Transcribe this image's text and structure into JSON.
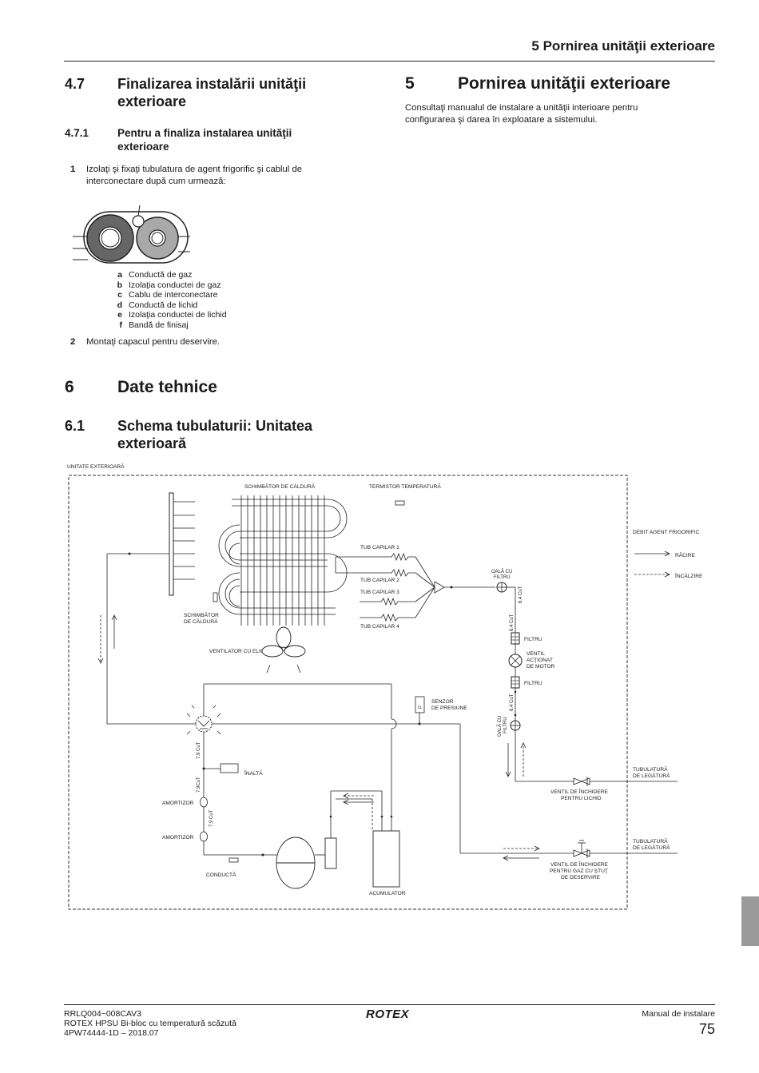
{
  "header": {
    "title": "5 Pornirea unităţii exterioare"
  },
  "sec47": {
    "num": "4.7",
    "title_l1": "Finalizarea instalării unităţii",
    "title_l2": "exterioare"
  },
  "sec471": {
    "num": "4.7.1",
    "title_l1": "Pentru a finaliza instalarea unităţii",
    "title_l2": "exterioare"
  },
  "step1": {
    "num": "1",
    "l1": "Izolaţi  şi  fixaţi  tubulatura  de  agent  frigorific  şi  cablul  de",
    "l2": "interconectare după cum urmează:"
  },
  "legend": [
    {
      "k": "a",
      "v": "Conductă de gaz"
    },
    {
      "k": "b",
      "v": "Izolaţia conductei de gaz"
    },
    {
      "k": "c",
      "v": "Cablu de interconectare"
    },
    {
      "k": "d",
      "v": "Conductă de lichid"
    },
    {
      "k": "e",
      "v": "Izolaţia conductei de lichid"
    },
    {
      "k": "f",
      "v": "Bandă de finisaj"
    }
  ],
  "step2": {
    "num": "2",
    "text": "Montaţi capacul pentru deservire."
  },
  "sec5": {
    "num": "5",
    "title": "Pornirea unităţii exterioare",
    "l1": "Consultaţi   manualul   de   instalare   a   unităţii   interioare   pentru",
    "l2": "configurarea şi darea în exploatare a sistemului."
  },
  "sec6": {
    "num": "6",
    "title": "Date tehnice"
  },
  "sec61": {
    "num": "6.1",
    "title_l1": "Schema tubulaturii: Unitatea",
    "title_l2": "exterioară"
  },
  "diagram": {
    "unit_label": "UNITATE EXTERIOARĂ",
    "heat_exchanger_top": "SCHIMBĂTOR DE CĂLDURĂ",
    "thermistor": "TERMISTOR TEMPERATURĂ",
    "flow_legend_title": "DEBIT AGENT FRIGORIFIC",
    "cooling": "RĂCIRE",
    "heating": "ÎNCĂLZIRE",
    "tub1": "TUB CAPILAR 1",
    "tub2": "TUB CAPILAR 2",
    "tub3": "TUB CAPILAR 3",
    "tub4": "TUB CAPILAR 4",
    "filter_strainer_top_l1": "OALĂ CU",
    "filter_strainer_top_l2": "FILTRU",
    "size64_a": "6.4 CuT",
    "size64_b": "6.4 CuT",
    "size64_c": "6.4 CuT",
    "hx_left_l1": "SCHIMBĂTOR",
    "hx_left_l2": "DE CĂLDURĂ",
    "fan": "VENTILATOR CU ELICE",
    "filter1": "FILTRU",
    "valve_l1": "VENTIL",
    "valve_l2": "ACŢIONAT",
    "valve_l3": "DE MOTOR",
    "filter2": "FILTRU",
    "pressure_l1": "SENZOR",
    "pressure_l2": "DE PRESIUNE",
    "pressure_p": "P",
    "filter_strainer_bot_l1": "OALĂ CU",
    "filter_strainer_bot_l2": "FILTRU",
    "size79_a": "7.9 CuT",
    "size79_b": "7.9CuT",
    "size79_c": "7.9 CuT",
    "high": "ÎNALTĂ",
    "damper1": "AMORTIZOR",
    "damper2": "AMORTIZOR",
    "pipe": "CONDUCTĂ",
    "accumulator": "ACUMULATOR",
    "conn1_l1": "TUBULATURĂ",
    "conn1_l2": "DE LEGĂTURĂ",
    "conn2_l1": "TUBULATURĂ",
    "conn2_l2": "DE LEGĂTURĂ",
    "stop_liquid_l1": "VENTIL DE ÎNCHIDERE",
    "stop_liquid_l2": "PENTRU LICHID",
    "stop_gas_l1": "VENTIL DE ÎNCHIDERE",
    "stop_gas_l2": "PENTRU GAZ CU ŞTUŢ",
    "stop_gas_l3": "DE DESERVIRE"
  },
  "footer": {
    "model": "RRLQ004~008CAV3",
    "product": "ROTEX HPSU Bi-bloc cu temperatură scăzută",
    "doc": "4PW74444-1D – 2018.07",
    "logo": "ROTEX",
    "manual": "Manual de instalare",
    "page": "75"
  }
}
